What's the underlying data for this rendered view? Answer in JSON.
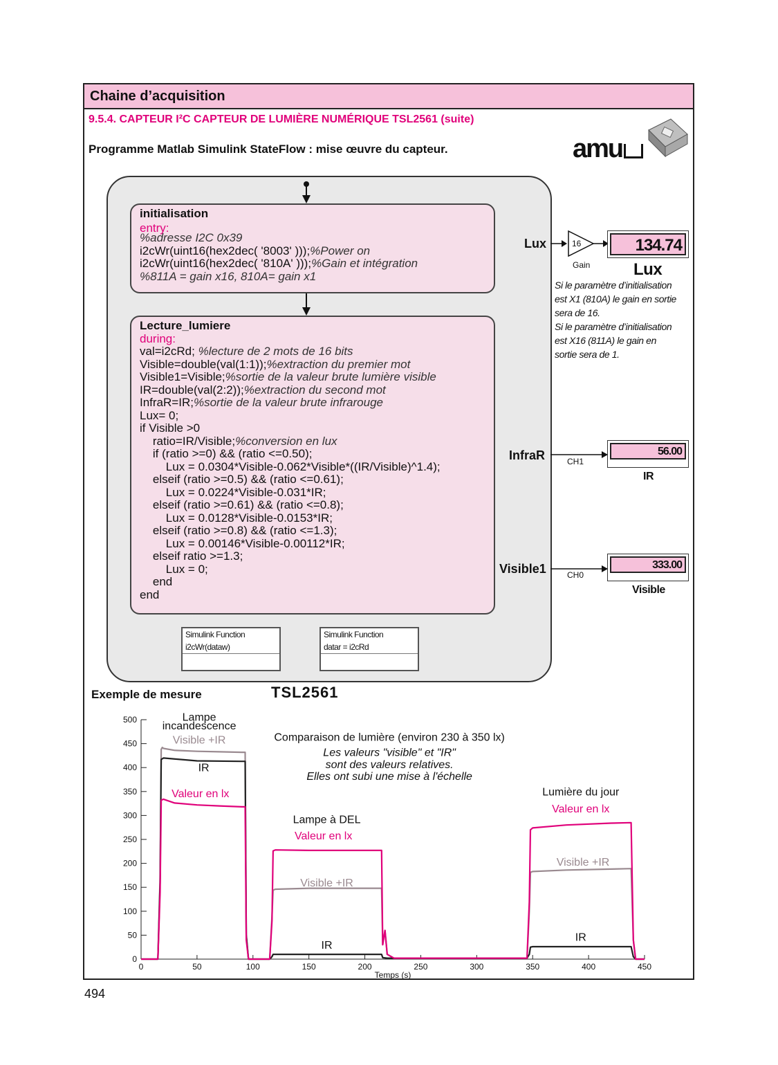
{
  "header": {
    "title": "Chaine d’acquisition"
  },
  "section": {
    "title": "9.5.4. CAPTEUR I²C CAPTEUR DE LUMIÈRE NUMÉRIQUE TSL2561 (suite)"
  },
  "intro": "Programme Matlab Simulink StateFlow : mise œuvre du capteur.",
  "logo": {
    "text": "amu",
    "icon": "chip-sensor-image"
  },
  "states": {
    "init": {
      "title": "initialisation",
      "keyword": "entry:",
      "lines": [
        {
          "code": "",
          "comment": "%adresse I2C 0x39"
        },
        {
          "code": "i2cWr(uint16(hex2dec( '8003' )));",
          "comment": "%Power on"
        },
        {
          "code": "i2cWr(uint16(hex2dec( '810A' )));",
          "comment": "%Gain et intégration"
        },
        {
          "code": "",
          "comment": "%811A = gain x16, 810A= gain x1"
        }
      ]
    },
    "read": {
      "title": "Lecture_lumiere",
      "keyword": "during:",
      "lines": [
        {
          "code": "val=i2cRd; ",
          "comment": "%lecture de 2 mots de 16 bits"
        },
        {
          "code": "Visible=double(val(1:1));",
          "comment": "%extraction du premier mot"
        },
        {
          "code": "Visible1=Visible;",
          "comment": "%sortie de la valeur brute lumière visible"
        },
        {
          "code": "IR=double(val(2:2));",
          "comment": "%extraction du second mot"
        },
        {
          "code": "InfraR=IR;",
          "comment": "%sortie de la valeur brute infrarouge"
        },
        {
          "code": "Lux= 0;",
          "comment": ""
        },
        {
          "code": "if Visible >0",
          "comment": ""
        },
        {
          "code": "    ratio=IR/Visible;",
          "comment": "%conversion en lux"
        },
        {
          "code": "    if (ratio >=0) && (ratio <=0.50);",
          "comment": ""
        },
        {
          "code": "        Lux = 0.0304*Visible-0.062*Visible*((IR/Visible)^1.4);",
          "comment": ""
        },
        {
          "code": "    elseif (ratio >=0.5) && (ratio <=0.61);",
          "comment": ""
        },
        {
          "code": "        Lux = 0.0224*Visible-0.031*IR;",
          "comment": ""
        },
        {
          "code": "    elseif (ratio >=0.61) && (ratio <=0.8);",
          "comment": ""
        },
        {
          "code": "        Lux = 0.0128*Visible-0.0153*IR;",
          "comment": ""
        },
        {
          "code": "    elseif (ratio >=0.8) && (ratio <=1.3);",
          "comment": ""
        },
        {
          "code": "        Lux = 0.00146*Visible-0.00112*IR;",
          "comment": ""
        },
        {
          "code": "    elseif ratio >=1.3;",
          "comment": ""
        },
        {
          "code": "        Lux = 0;",
          "comment": ""
        },
        {
          "code": "    end",
          "comment": ""
        },
        {
          "code": "end",
          "comment": ""
        }
      ]
    }
  },
  "functions": [
    {
      "line1": "Simulink Function",
      "line2": "i2cWr(dataw)"
    },
    {
      "line1": "Simulink Function",
      "line2": "datar = i2cRd"
    }
  ],
  "outputs": {
    "lux": {
      "port": "Lux",
      "gain_value": "16",
      "gain_label": "Gain",
      "display": "134.74",
      "label": "Lux"
    },
    "ir": {
      "port": "InfraR",
      "channel": "CH1",
      "display": "56.00",
      "label": "IR"
    },
    "visible": {
      "port": "Visible1",
      "channel": "CH0",
      "display": "333.00",
      "label": "Visible"
    }
  },
  "note": [
    "Si le paramètre d’initialisation",
    "est X1 (810A) le gain en sortie",
    "sera de 16.",
    "Si le paramètre d’initialisation",
    "est X16 (811A) le gain en",
    "sortie sera de 1."
  ],
  "example": {
    "label": "Exemple de mesure",
    "chip": "TSL2561"
  },
  "chart_data": {
    "type": "line",
    "xlabel": "Temps (s)",
    "ylabel": "",
    "xlim": [
      0,
      450
    ],
    "ylim": [
      0,
      500
    ],
    "xticks": [
      0,
      50,
      100,
      150,
      200,
      250,
      300,
      350,
      400,
      450
    ],
    "yticks": [
      0,
      50,
      100,
      150,
      200,
      250,
      300,
      350,
      400,
      450,
      500
    ],
    "grid": false,
    "colors": {
      "visible_ir": "#9a8a90",
      "ir": "#222222",
      "lux": "#e0007a"
    },
    "series": [
      {
        "key": "visible_ir",
        "x": [
          0,
          15,
          17,
          18,
          19,
          20,
          30,
          50,
          70,
          90,
          93,
          94,
          96,
          115,
          117,
          118,
          120,
          150,
          200,
          215,
          216,
          218,
          220,
          226,
          230,
          295,
          300,
          345,
          347,
          348,
          350,
          380,
          420,
          438,
          440,
          442,
          450
        ],
        "y": [
          0,
          0,
          170,
          438,
          442,
          440,
          436,
          434,
          433,
          432,
          432,
          50,
          0,
          0,
          90,
          144,
          146,
          148,
          148,
          148,
          30,
          60,
          10,
          2,
          2,
          2,
          2,
          2,
          100,
          181,
          183,
          186,
          188,
          189,
          40,
          0,
          0
        ]
      },
      {
        "key": "ir",
        "x": [
          0,
          15,
          17,
          18,
          20,
          50,
          90,
          93,
          94,
          96,
          115,
          117,
          118,
          120,
          150,
          200,
          215,
          216,
          220,
          230,
          295,
          300,
          345,
          347,
          348,
          350,
          400,
          438,
          440,
          442,
          450
        ],
        "y": [
          0,
          0,
          160,
          417,
          420,
          414,
          413,
          413,
          50,
          0,
          0,
          5,
          10,
          10,
          10,
          10,
          10,
          3,
          2,
          2,
          2,
          2,
          2,
          10,
          25,
          26,
          26,
          26,
          5,
          0,
          0
        ]
      },
      {
        "key": "lux",
        "x": [
          0,
          15,
          17,
          18,
          20,
          30,
          50,
          70,
          90,
          93,
          94,
          96,
          115,
          117,
          118,
          120,
          150,
          200,
          215,
          216,
          218,
          220,
          226,
          230,
          295,
          300,
          345,
          347,
          348,
          350,
          380,
          420,
          438,
          440,
          442,
          450
        ],
        "y": [
          0,
          0,
          140,
          332,
          334,
          326,
          322,
          320,
          318,
          318,
          40,
          0,
          0,
          80,
          226,
          228,
          227,
          227,
          227,
          30,
          60,
          10,
          2,
          2,
          2,
          2,
          2,
          120,
          270,
          274,
          280,
          284,
          285,
          40,
          0,
          0
        ]
      }
    ],
    "annotations": [
      {
        "text": "Lampe",
        "x": 52,
        "y": 498,
        "color": "#111111",
        "size": 16
      },
      {
        "text": "incandescence",
        "x": 52,
        "y": 480,
        "color": "#111111",
        "size": 16
      },
      {
        "text": "Visible +IR",
        "x": 52,
        "y": 450,
        "color": "#9a8a90",
        "size": 16
      },
      {
        "text": "IR",
        "x": 56,
        "y": 392,
        "color": "#111111",
        "size": 16
      },
      {
        "text": "Valeur en lx",
        "x": 53,
        "y": 338,
        "color": "#e0007a",
        "size": 16
      },
      {
        "text": "Comparaison de lumière (environ 230 à 350 lx)",
        "x": 222,
        "y": 456,
        "color": "#111111",
        "size": 16
      },
      {
        "text": "Les valeurs \"visible\" et \"IR\"",
        "x": 222,
        "y": 424,
        "color": "#111111",
        "size": 16,
        "italic": true
      },
      {
        "text": "sont des valeurs relatives.",
        "x": 222,
        "y": 399,
        "color": "#111111",
        "size": 16,
        "italic": true
      },
      {
        "text": "Elles ont subi une mise à l'échelle",
        "x": 222,
        "y": 374,
        "color": "#111111",
        "size": 16,
        "italic": true
      },
      {
        "text": "Lumière du jour",
        "x": 393,
        "y": 342,
        "color": "#111111",
        "size": 16
      },
      {
        "text": "Valeur en lx",
        "x": 393,
        "y": 306,
        "color": "#e0007a",
        "size": 16
      },
      {
        "text": "Lampe à DEL",
        "x": 166,
        "y": 284,
        "color": "#111111",
        "size": 16
      },
      {
        "text": "Valeur en lx",
        "x": 163,
        "y": 250,
        "color": "#e0007a",
        "size": 16
      },
      {
        "text": "Visible +IR",
        "x": 395,
        "y": 195,
        "color": "#9a8a90",
        "size": 16
      },
      {
        "text": "Visible +IR",
        "x": 166,
        "y": 152,
        "color": "#9a8a90",
        "size": 16
      },
      {
        "text": "IR",
        "x": 393,
        "y": 38,
        "color": "#111111",
        "size": 16
      },
      {
        "text": "IR",
        "x": 166,
        "y": 22,
        "color": "#111111",
        "size": 16
      }
    ]
  },
  "page_number": "494"
}
